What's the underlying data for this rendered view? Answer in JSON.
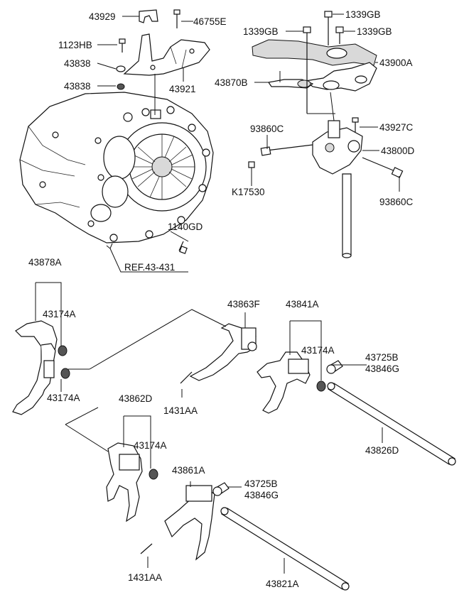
{
  "title": "",
  "parts": {
    "p43929": "43929",
    "p46755E": "46755E",
    "p1123HB": "1123HB",
    "p43838_a": "43838",
    "p43838_b": "43838",
    "p43921": "43921",
    "p1339GB_top": "1339GB",
    "p1339GB_left": "1339GB",
    "p1339GB_right": "1339GB",
    "p43900A": "43900A",
    "p43870B": "43870B",
    "p93860C_left": "93860C",
    "p43927C": "43927C",
    "p43800D": "43800D",
    "pK17530": "K17530",
    "p93860C_right": "93860C",
    "p1140GD": "1140GD",
    "ref": "REF.43-431",
    "p43878A": "43878A",
    "p43174A_1": "43174A",
    "p43174A_2": "43174A",
    "p43863F": "43863F",
    "p43841A": "43841A",
    "p43174A_3": "43174A",
    "p43725B_a": "43725B",
    "p43846G_a": "43846G",
    "p1431AA_a": "1431AA",
    "p43826D": "43826D",
    "p43862D": "43862D",
    "p43174A_4": "43174A",
    "p43861A": "43861A",
    "p43725B_b": "43725B",
    "p43846G_b": "43846G",
    "p1431AA_b": "1431AA",
    "p43821A": "43821A"
  }
}
